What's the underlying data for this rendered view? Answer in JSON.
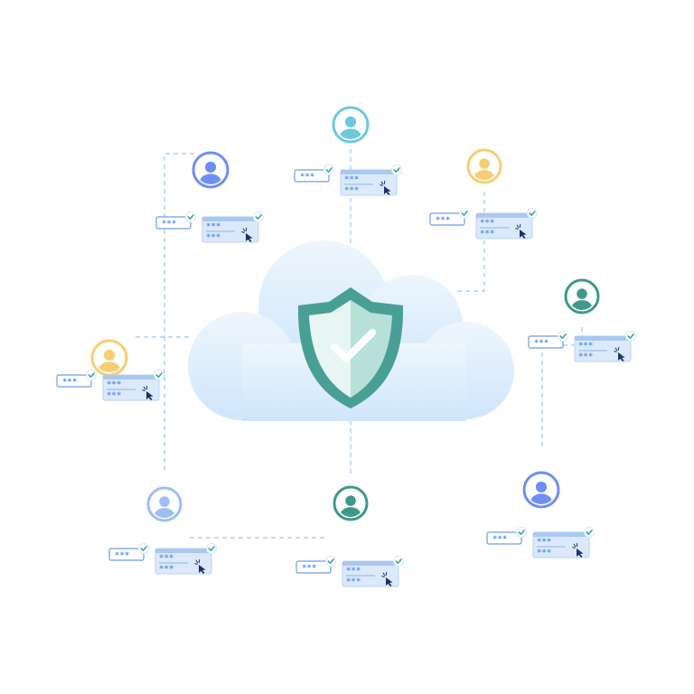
{
  "colors": {
    "blue": "#6f8ef5",
    "cyan": "#6cc9dd",
    "yellow": "#f8cd72",
    "teal": "#3f998a",
    "light_blue": "#9dbdf3",
    "shield_dark": "#48a094",
    "shield_light": "#cbeae3",
    "cloud_top": "#eef6fd",
    "cloud_bottom": "#cfe6fb",
    "connector": "#9cc7e8",
    "cursor": "#1c3368",
    "check": "#3aa89a"
  },
  "hub": {
    "cloud_icon": "cloud-icon",
    "shield_icon": "shield-check-icon"
  },
  "masked_text": "***",
  "users": [
    {
      "id": "top-center",
      "color": "cyan"
    },
    {
      "id": "upper-left",
      "color": "blue"
    },
    {
      "id": "upper-right",
      "color": "yellow"
    },
    {
      "id": "right",
      "color": "teal"
    },
    {
      "id": "left",
      "color": "yellow"
    },
    {
      "id": "lower-left",
      "color": "light_blue"
    },
    {
      "id": "bottom-center",
      "color": "teal"
    },
    {
      "id": "lower-right",
      "color": "blue"
    }
  ]
}
